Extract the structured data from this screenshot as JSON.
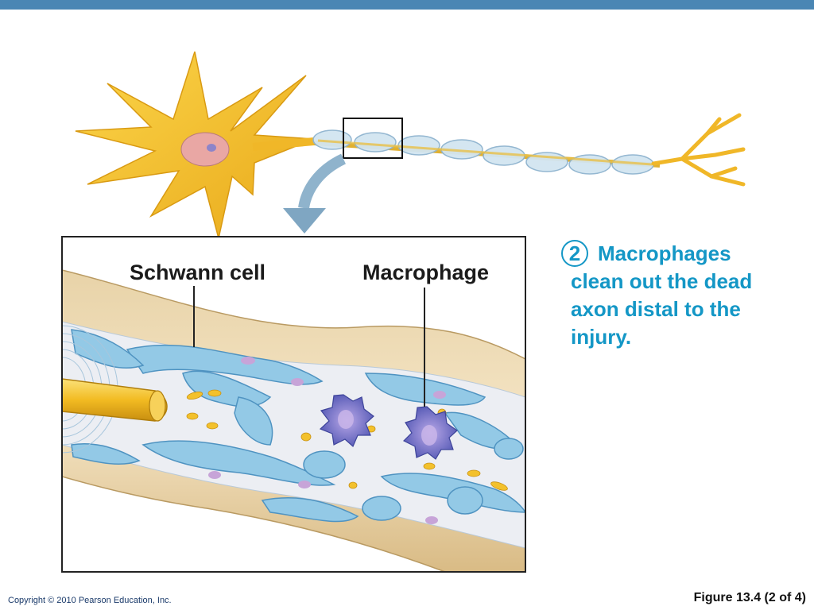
{
  "labels": {
    "schwann_cell": "Schwann cell",
    "macrophage": "Macrophage"
  },
  "step": {
    "number": "2",
    "text": "Macrophages clean out the dead axon distal to the injury."
  },
  "footer": {
    "copyright": "Copyright © 2010 Pearson Education, Inc.",
    "figure": "Figure 13.4 (2 of 4)"
  },
  "colors": {
    "accent": "#1497c6",
    "top_bar": "#4a86b4",
    "neuron": "#f3c12c",
    "myelin": "#cfe3f0",
    "schwann": "#8fc6e4",
    "macrophage": "#6a6fc2"
  }
}
